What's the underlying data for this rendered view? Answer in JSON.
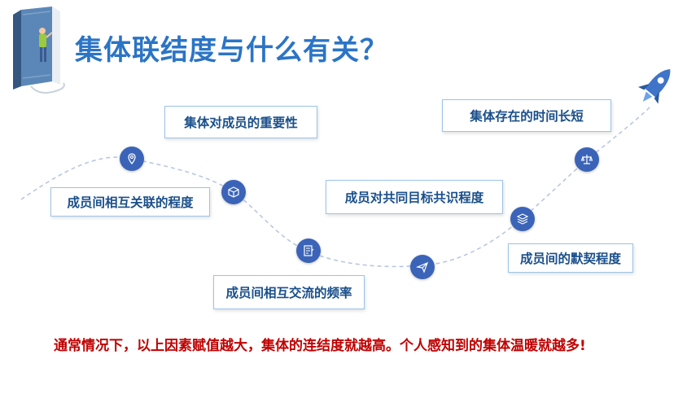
{
  "slide": {
    "title": "集体联结度与什么有关？",
    "labels": {
      "importance": "集体对成员的重要性",
      "time": "集体存在的时间长短",
      "relation": "成员间相互关联的程度",
      "goal": "成员对共同目标共识程度",
      "tacit": "成员间的默契程度",
      "frequency": "成员间相互交流的频率"
    },
    "note": "通常情况下，以上因素赋值越大，集体的连结度就越高。个人感知到的集体温暖就越多!"
  },
  "colors": {
    "title": "#2b74c6",
    "node": "#3b64b9",
    "label_text": "#1a4f8a",
    "note": "#c00000"
  },
  "icons": [
    "book-icon",
    "location-pin-icon",
    "cube-icon",
    "document-edit-icon",
    "paper-plane-icon",
    "layers-icon",
    "balance-scale-icon",
    "rocket-icon"
  ]
}
